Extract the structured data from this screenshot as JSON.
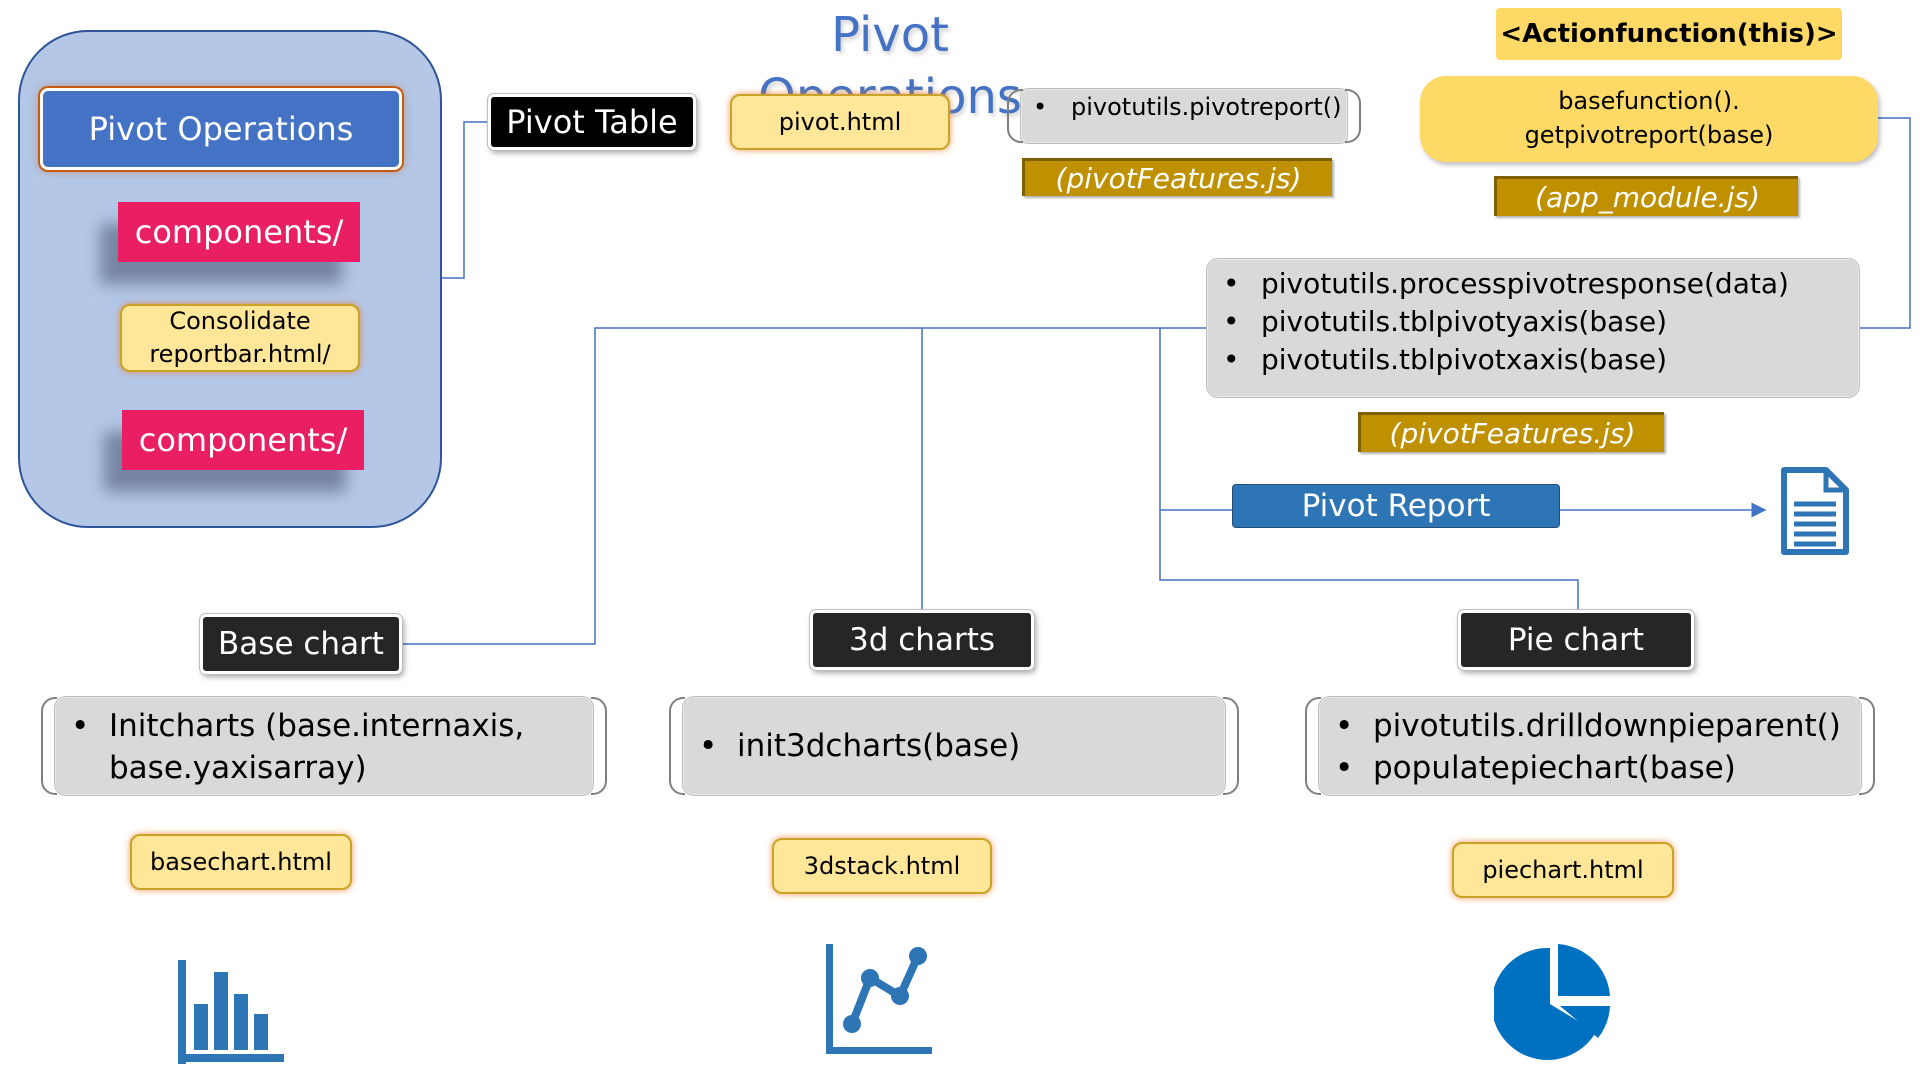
{
  "title": "Pivot Operations",
  "left_panel": {
    "heading": "Pivot Operations",
    "items": [
      "components/",
      "Consolidate reportbar.html/",
      "components/"
    ]
  },
  "pivot_table": {
    "label": "Pivot Table",
    "file": "pivot.html",
    "function": "pivotutils.pivotreport()",
    "source": "(pivotFeatures.js)"
  },
  "action": {
    "label": "<Actionfunction(this)>",
    "function_line1": "basefunction().",
    "function_line2": "getpivotreport(base)",
    "source": "(app_module.js)"
  },
  "process": {
    "functions": [
      "pivotutils.processpivotresponse(data)",
      "pivotutils.tblpivotyaxis(base)",
      "pivotutils.tblpivotxaxis(base)"
    ],
    "source": "(pivotFeatures.js)"
  },
  "report": {
    "label": "Pivot Report",
    "icon": "document-icon"
  },
  "charts": [
    {
      "label": "Base chart",
      "functions": [
        "Initcharts (base.internaxis, base.yaxisarray)"
      ],
      "file": "basechart.html",
      "icon": "bar-chart-icon"
    },
    {
      "label": "3d charts",
      "functions": [
        "init3dcharts(base)"
      ],
      "file": "3dstack.html",
      "icon": "line-chart-icon"
    },
    {
      "label": "Pie chart",
      "functions": [
        "pivotutils.drilldownpieparent()",
        "populatepiechart(base)"
      ],
      "file": "piechart.html",
      "icon": "pie-chart-icon"
    }
  ],
  "colors": {
    "title": "#4472c4",
    "panel": "#b4c7e7",
    "pink": "#e91e63",
    "gold": "#bf9000",
    "yellow": "#ffe699",
    "icon_blue": "#2e75b6",
    "connector": "#4472c4"
  }
}
